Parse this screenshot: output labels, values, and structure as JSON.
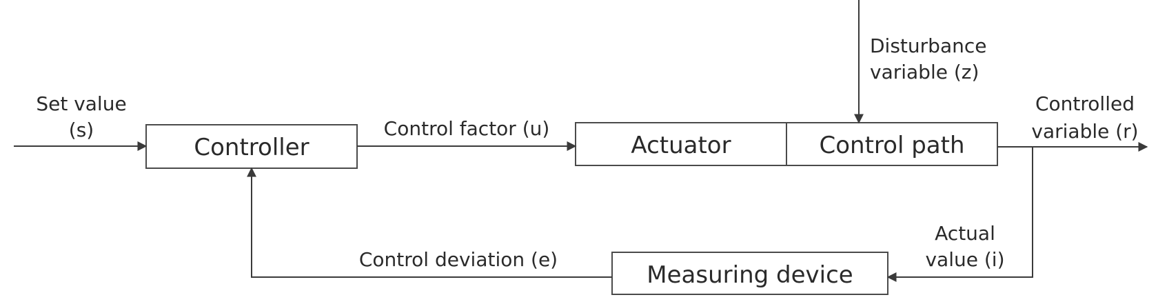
{
  "blocks": {
    "controller": "Controller",
    "actuator": "Actuator",
    "control_path": "Control path",
    "measuring_device": "Measuring device"
  },
  "signals": {
    "set_value_line1": "Set value",
    "set_value_line2": "(s)",
    "control_factor": "Control factor (u)",
    "disturbance_line1": "Disturbance",
    "disturbance_line2": "variable (z)",
    "controlled_line1": "Controlled",
    "controlled_line2": "variable (r)",
    "actual_line1": "Actual",
    "actual_line2": "value (i)",
    "control_deviation": "Control deviation (e)"
  },
  "colors": {
    "stroke": "#3a3a3a",
    "text": "#2a2a2a",
    "background": "#ffffff"
  }
}
